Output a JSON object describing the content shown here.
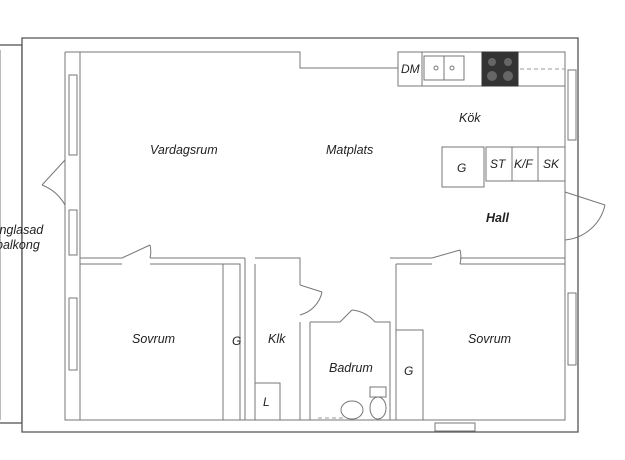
{
  "rooms": {
    "balcony_line1": "Inglasad",
    "balcony_line2": "balkong",
    "living": "Vardagsrum",
    "dining": "Matplats",
    "kitchen": "Kök",
    "hall": "Hall",
    "bedroom_left": "Sovrum",
    "bedroom_right": "Sovrum",
    "bathroom": "Badrum",
    "closet": "Klk"
  },
  "fixtures": {
    "dishwasher": "DM",
    "kitchen_g": "G",
    "st": "ST",
    "kf": "K/F",
    "sk": "SK",
    "wardrobe_left": "G",
    "wardrobe_right": "G",
    "linen": "L"
  },
  "colors": {
    "wall_stroke": "#555555",
    "stove_top": "#333333"
  }
}
